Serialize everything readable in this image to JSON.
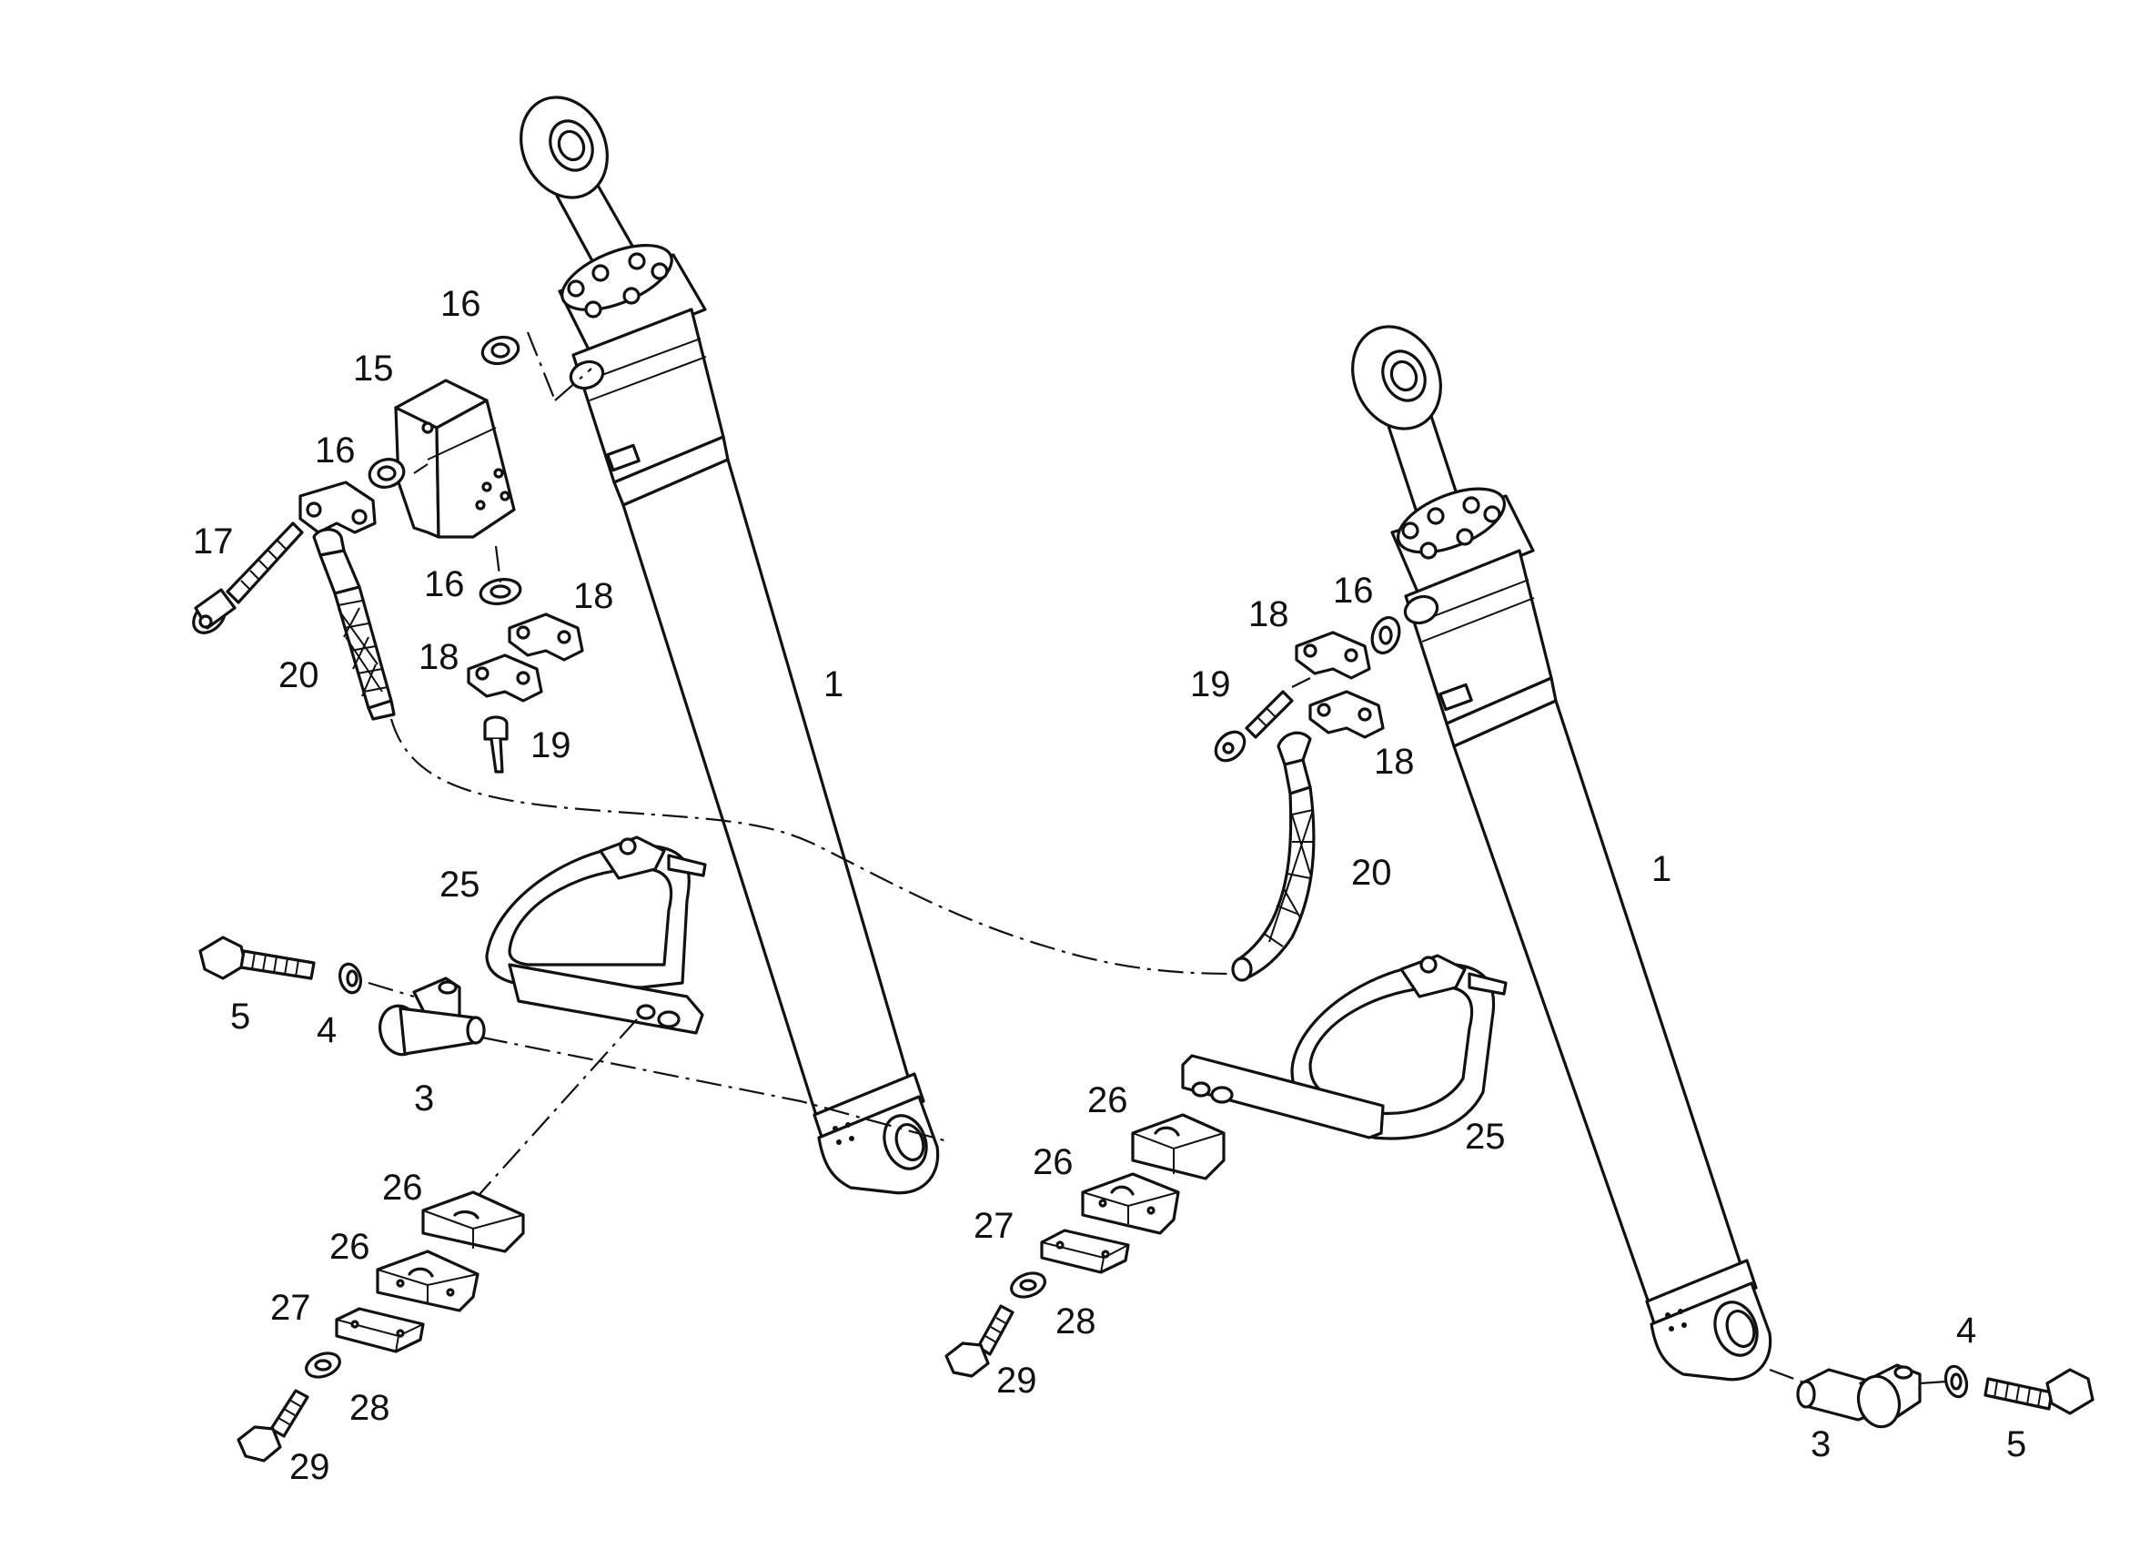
{
  "callouts": {
    "l_1": "1",
    "l_15": "15",
    "l_16a": "16",
    "l_16b": "16",
    "l_16c": "16",
    "l_17": "17",
    "l_18a": "18",
    "l_18b": "18",
    "l_19": "19",
    "l_20": "20",
    "l_25": "25",
    "l_5": "5",
    "l_4": "4",
    "l_3": "3",
    "l_26a": "26",
    "l_26b": "26",
    "l_27": "27",
    "l_28": "28",
    "l_29": "29",
    "r_1": "1",
    "r_16": "16",
    "r_18a": "18",
    "r_18b": "18",
    "r_19": "19",
    "r_20": "20",
    "r_25": "25",
    "r_26a": "26",
    "r_26b": "26",
    "r_27": "27",
    "r_28": "28",
    "r_29": "29",
    "r_3": "3",
    "r_4": "4",
    "r_5": "5"
  }
}
